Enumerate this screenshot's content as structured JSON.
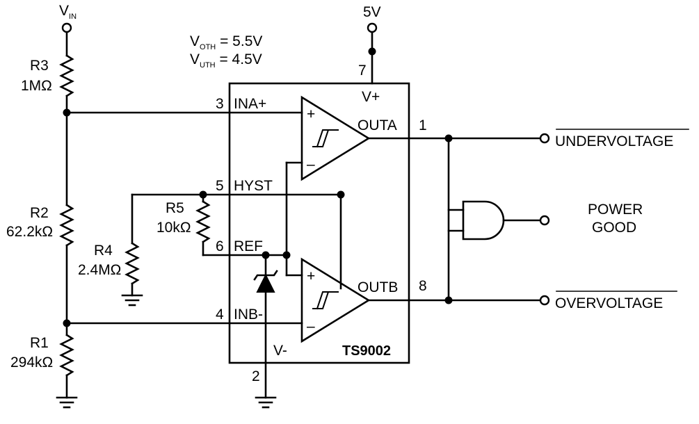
{
  "supplies": {
    "vin": {
      "main": "V",
      "sub": "IN"
    },
    "v5": "5V",
    "voth": {
      "main": "V",
      "sub": "OTH",
      "value": " = 5.5V"
    },
    "vuth": {
      "main": "V",
      "sub": "UTH",
      "value": " = 4.5V"
    }
  },
  "resistors": {
    "r3": {
      "name": "R3",
      "value": "1MΩ"
    },
    "r2": {
      "name": "R2",
      "value": "62.2kΩ"
    },
    "r1": {
      "name": "R1",
      "value": "294kΩ"
    },
    "r4": {
      "name": "R4",
      "value": "2.4MΩ"
    },
    "r5": {
      "name": "R5",
      "value": "10kΩ"
    }
  },
  "chip": {
    "name": "TS9002",
    "pins": {
      "p3": {
        "num": "3",
        "label": "INA+"
      },
      "p5": {
        "num": "5",
        "label": "HYST"
      },
      "p6": {
        "num": "6",
        "label": "REF"
      },
      "p4": {
        "num": "4",
        "label": "INB-"
      },
      "p7": {
        "num": "7",
        "label": "V+"
      },
      "p2": {
        "num": "2",
        "label": "V-"
      },
      "p1": {
        "num": "1",
        "label": "OUTA"
      },
      "p8": {
        "num": "8",
        "label": "OUTB"
      }
    },
    "comparator_a": {
      "plus": "+",
      "minus": "–"
    },
    "comparator_b": {
      "plus": "+",
      "minus": "–"
    }
  },
  "outputs": {
    "undervoltage": "UNDERVOLTAGE",
    "overvoltage": "OVERVOLTAGE",
    "power_good_line1": "POWER",
    "power_good_line2": "GOOD"
  }
}
